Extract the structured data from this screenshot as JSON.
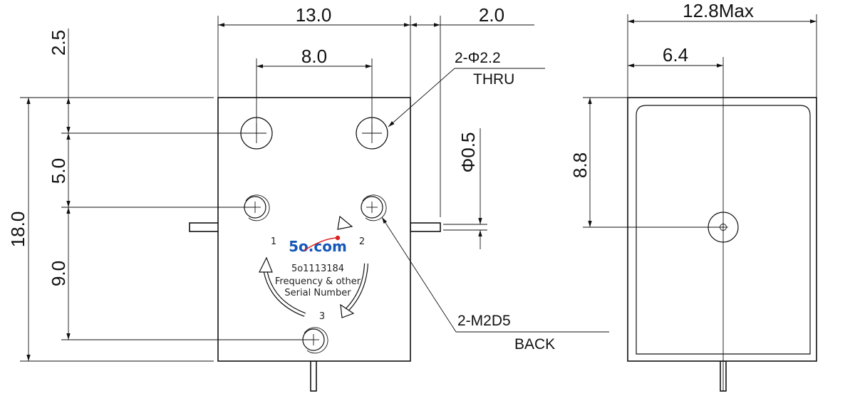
{
  "front_view": {
    "width_dim": "13.0",
    "hole_spacing_dim": "8.0",
    "tab_dim": "2.0",
    "top_margin_dim": "2.5",
    "mid_dim": "5.0",
    "lower_dim": "9.0",
    "height_dim": "18.0",
    "pin_dia_dim": "Φ0.5",
    "thru_hole_callout": "2-Φ2.2",
    "thru_hole_note": "THRU",
    "tapped_hole_callout": "2-M2D5",
    "tapped_hole_note": "BACK",
    "label": {
      "logo": "5o.com",
      "part_number": "5o1113184",
      "line1": "Frequency & other",
      "line2": "Serial Number",
      "port1": "1",
      "port2": "2",
      "port3": "3",
      "logo_dot_color": "#e02020",
      "logo_color": "#1457b8"
    }
  },
  "side_view": {
    "depth_dim": "12.8Max",
    "half_depth_dim": "6.4",
    "pin_height_dim": "8.8"
  }
}
